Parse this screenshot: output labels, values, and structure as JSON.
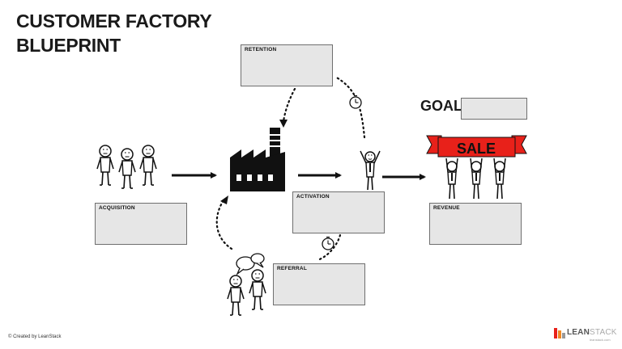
{
  "title": {
    "line1": "CUSTOMER FACTORY",
    "line2": "BLUEPRINT"
  },
  "stages": {
    "retention": "RETENTION",
    "acquisition": "ACQUISITION",
    "activation": "ACTIVATION",
    "revenue": "REVENUE",
    "referral": "REFERRAL"
  },
  "goal": {
    "label": "GOAL:",
    "value": ""
  },
  "banner": {
    "text": "SALE",
    "color": "#e8211a"
  },
  "footer": {
    "credit": "Created by LeanStack"
  },
  "brand": {
    "name_bold": "LEAN",
    "name_light": "STACK",
    "url": "leanstack.com"
  },
  "icons": {
    "people": "stick-figure-icon",
    "factory": "factory-icon",
    "clock": "clock-icon",
    "speech": "speech-bubble-icon"
  }
}
